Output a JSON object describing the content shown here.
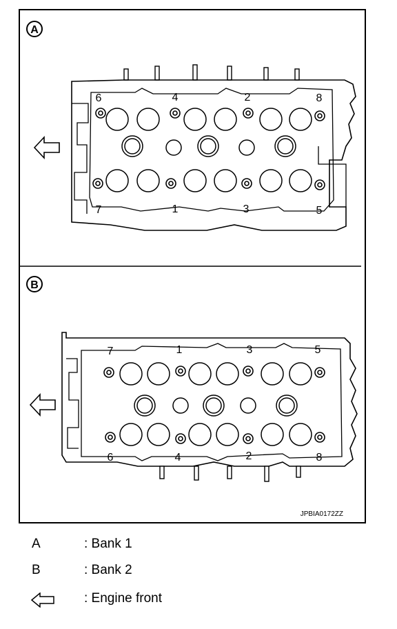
{
  "figure": {
    "panel_a_label": "A",
    "panel_b_label": "B",
    "code": "JPBIA0172ZZ",
    "bank1_numbers": [
      "6",
      "4",
      "2",
      "8",
      "7",
      "1",
      "3",
      "5"
    ],
    "bank2_numbers": [
      "7",
      "1",
      "3",
      "5",
      "6",
      "4",
      "2",
      "8"
    ]
  },
  "legend": [
    {
      "key": "A",
      "desc": ": Bank 1"
    },
    {
      "key": "B",
      "desc": ": Bank 2"
    },
    {
      "key": "",
      "icon": "engine-front-arrow-icon",
      "desc": ": Engine front"
    }
  ]
}
